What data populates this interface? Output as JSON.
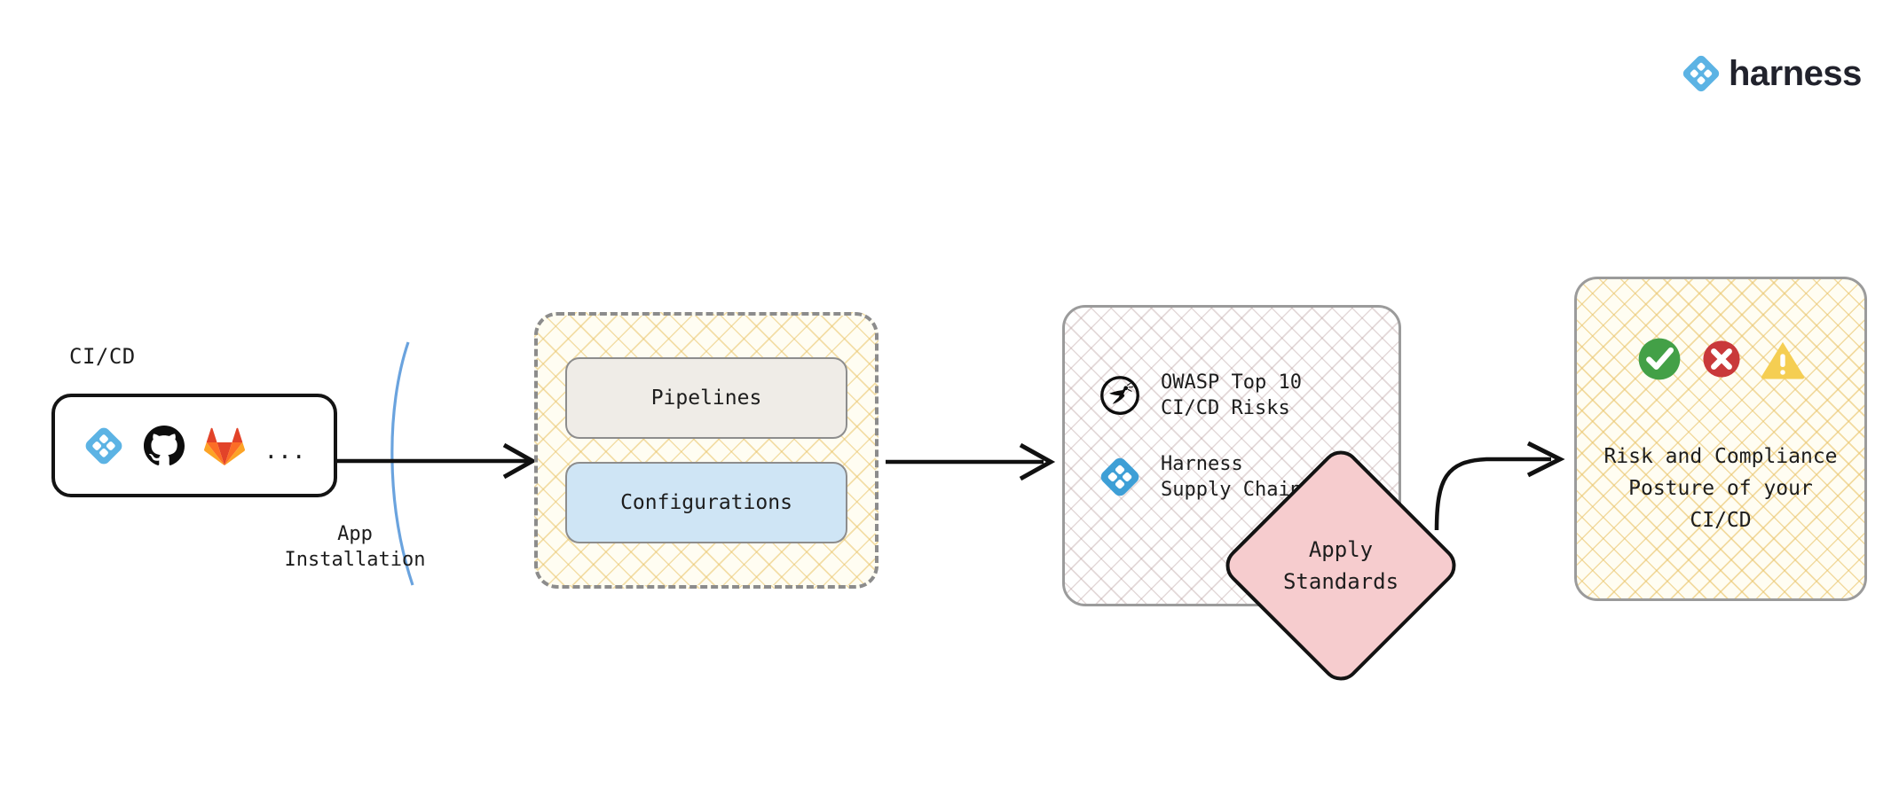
{
  "brand": {
    "name": "harness",
    "logo_icon": "harness-diamond-icon",
    "accent_color": "#5cb3e4"
  },
  "flow": {
    "source": {
      "label": "CI/CD",
      "tools": [
        {
          "name": "harness-icon",
          "title": "Harness"
        },
        {
          "name": "github-icon",
          "title": "GitHub"
        },
        {
          "name": "gitlab-icon",
          "title": "GitLab"
        }
      ],
      "more_indicator": "..."
    },
    "connector_1": {
      "caption": "App\nInstallation",
      "arc_color": "#6aa3de",
      "arrow_color": "#111111"
    },
    "ingested": {
      "cards": [
        {
          "label": "Pipelines",
          "color": "#efece7"
        },
        {
          "label": "Configurations",
          "color": "#cfe5f5"
        }
      ],
      "border_style": "dashed",
      "border_color": "#8c8c8c",
      "hatch_color": "#e9c46a"
    },
    "standards": {
      "items": [
        {
          "icon": "owasp-icon",
          "text": "OWASP Top 10\nCI/CD Risks"
        },
        {
          "icon": "harness-icon",
          "text": "Harness\nSupply Chain"
        }
      ],
      "hatch_color": "#baa0a0",
      "border_color": "#9b9b9b"
    },
    "action": {
      "label": "Apply\nStandards",
      "shape": "diamond",
      "fill_color": "#f6ccce",
      "border_color": "#131313"
    },
    "outcome": {
      "status_icons": [
        {
          "name": "check-circle-icon",
          "color": "#43a047",
          "meaning": "pass"
        },
        {
          "name": "x-circle-icon",
          "color": "#c9393a",
          "meaning": "fail"
        },
        {
          "name": "warning-triangle-icon",
          "color": "#f5ce52",
          "meaning": "warning"
        }
      ],
      "text": "Risk and Compliance\nPosture of your\nCI/CD",
      "hatch_color": "#e9c46a",
      "border_color": "#9b9b9b"
    }
  }
}
